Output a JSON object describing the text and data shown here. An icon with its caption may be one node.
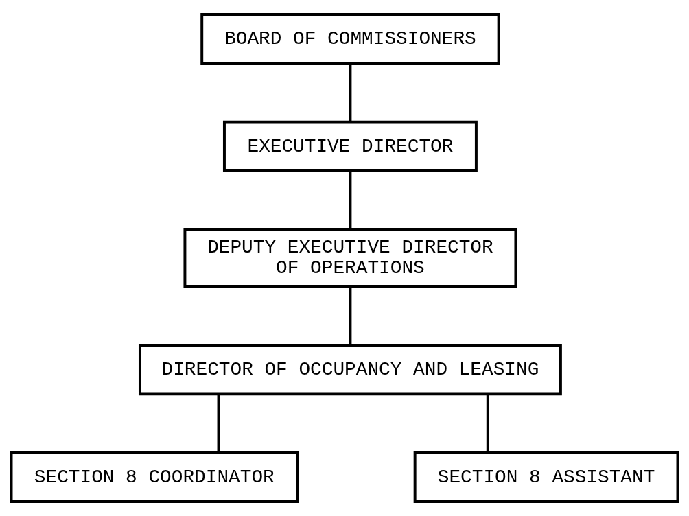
{
  "diagram": {
    "nodes": [
      {
        "text": [
          "BOARD OF COMMISSIONERS"
        ]
      },
      {
        "text": [
          "EXECUTIVE DIRECTOR"
        ]
      },
      {
        "text": [
          "DEPUTY EXECUTIVE DIRECTOR OF OPERATIONS"
        ]
      },
      {
        "text": [
          "DIRECTOR OF OCCUPANCY AND LEASING"
        ]
      },
      {
        "text": [
          "SECTION 8 COORDINATOR"
        ]
      },
      {
        "text": [
          "SECTION 8 ASSISTANT"
        ]
      }
    ],
    "edges": [
      {
        "from": 0,
        "to": 1,
        "arrow": "none"
      },
      {
        "from": 1,
        "to": 2,
        "arrow": "none"
      },
      {
        "from": 2,
        "to": 3,
        "arrow": "none"
      },
      {
        "from": 3,
        "to": 4,
        "arrow": "none"
      },
      {
        "from": 3,
        "to": 5,
        "arrow": "none"
      }
    ]
  }
}
